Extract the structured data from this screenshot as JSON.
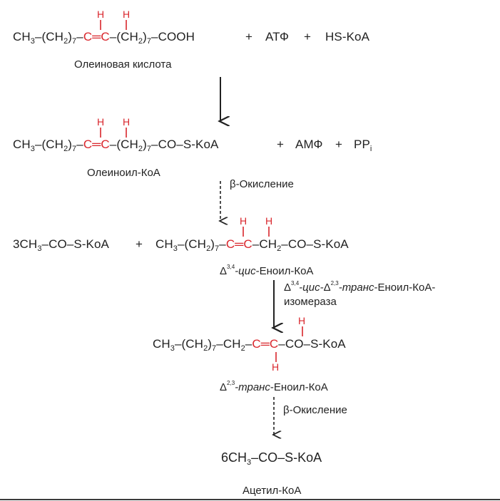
{
  "colors": {
    "text": "#222222",
    "highlight": "#d9262c",
    "background": "#ffffff"
  },
  "step1": {
    "left": "CH3–(CH2)7–",
    "c1": "C",
    "dbl": "═",
    "c2": "C",
    "right": "–(CH2)7–COOH",
    "plus1": "+",
    "atp": "АТФ",
    "plus2": "+",
    "coa": "HS-KoA",
    "h": "H",
    "name": "Олеиновая кислота"
  },
  "step2": {
    "right": "–(CH2)7–CO–S-KoA",
    "plus1": "+",
    "amp": "АМФ",
    "plus2": "+",
    "ppi": "PPi",
    "name": "Олеиноил-КоА",
    "process": "β-Окисление"
  },
  "step3": {
    "left_product": "3CH3–CO–S-KoA",
    "plus": "+",
    "right": "–CH2–CO–S-KoA",
    "name_prefix": "Δ",
    "name_sup": "3,4",
    "name_italic": "-цис",
    "name_rest": "-Еноил-КоА",
    "enzyme_line1_prefix": "Δ",
    "enzyme_line1_sup1": "3,4",
    "enzyme_line1_it1": "-цис-",
    "enzyme_line1_mid": "Δ",
    "enzyme_line1_sup2": "2,3",
    "enzyme_line1_it2": "-транс",
    "enzyme_line1_rest": "-Еноил-КоА-",
    "enzyme_line2": "изомераза"
  },
  "step4": {
    "left": "CH3–(CH2)7–CH2–",
    "right": "–CO–S-KoA",
    "name_prefix": "Δ",
    "name_sup": "2,3",
    "name_italic": "-транс",
    "name_rest": "-Еноил-КоА",
    "process": "β-Окисление"
  },
  "step5": {
    "product": "6CH3–CO–S-KoA",
    "name": "Ацетил-КоА"
  }
}
